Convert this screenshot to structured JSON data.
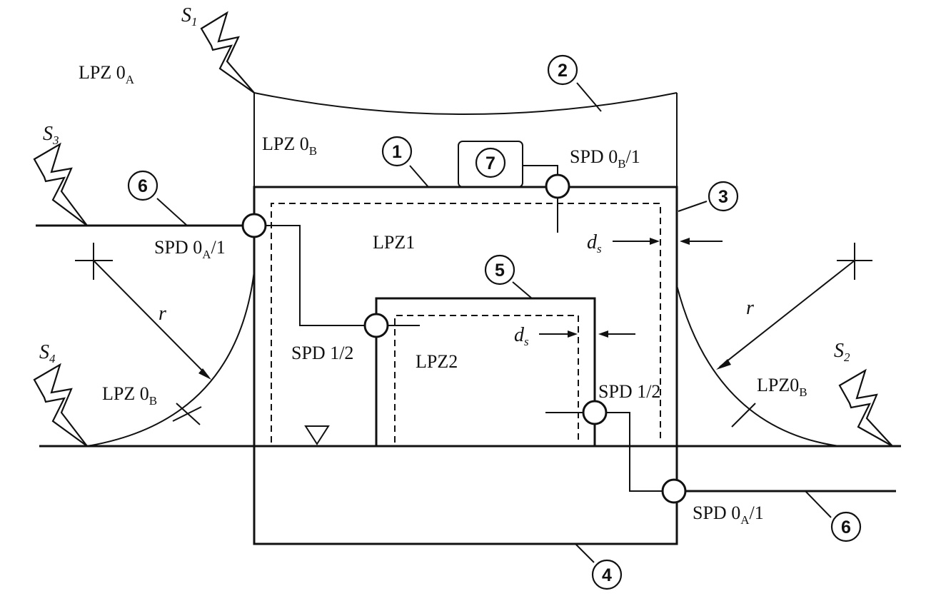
{
  "zones": {
    "outer_a": {
      "main": "LPZ 0",
      "sub": "A"
    },
    "outer_b_top": {
      "main": "LPZ 0",
      "sub": "B"
    },
    "outer_b_left": {
      "main": "LPZ 0",
      "sub": "B"
    },
    "outer_b_right": {
      "main": "LPZ0",
      "sub": "B"
    },
    "lpz1": "LPZ1",
    "lpz2": "LPZ2"
  },
  "spd": {
    "top": {
      "main": "SPD 0",
      "sub": "B",
      "tail": "/1"
    },
    "left": {
      "main": "SPD 0",
      "sub": "A",
      "tail": "/1"
    },
    "bottom_right": {
      "main": "SPD 0",
      "sub": "A",
      "tail": "/1"
    },
    "mid_left": "SPD 1/2",
    "mid_right": "SPD 1/2"
  },
  "strikes": {
    "s1": {
      "main": "S",
      "sub": "1"
    },
    "s2": {
      "main": "S",
      "sub": "2"
    },
    "s3": {
      "main": "S",
      "sub": "3"
    },
    "s4": {
      "main": "S",
      "sub": "4"
    }
  },
  "distances": {
    "ds_outer": {
      "main": "d",
      "sub": "s"
    },
    "ds_inner": {
      "main": "d",
      "sub": "s"
    },
    "radius_left": "r",
    "radius_right": "r"
  },
  "callouts": {
    "c1": "1",
    "c2": "2",
    "c3": "3",
    "c4": "4",
    "c5": "5",
    "c6_left": "6",
    "c6_right": "6",
    "c7": "7"
  }
}
